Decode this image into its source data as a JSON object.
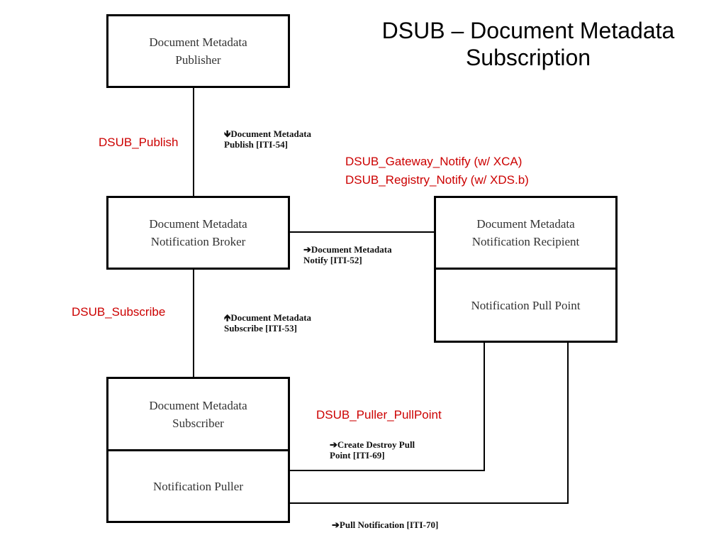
{
  "title": "DSUB – Document Metadata Subscription",
  "boxes": {
    "publisher": "Document Metadata\nPublisher",
    "broker": "Document Metadata\nNotification Broker",
    "recipient": "Document Metadata\nNotification Recipient",
    "pull_point": "Notification Pull Point",
    "subscriber": "Document Metadata\nSubscriber",
    "puller": "Notification Puller"
  },
  "transactions": {
    "publish": "🡻Document Metadata\nPublish [ITI-54]",
    "notify": "➔Document Metadata\nNotify [ITI-52]",
    "subscribe": "🡹Document Metadata\nSubscribe [ITI-53]",
    "create_destroy": "➔Create Destroy Pull\nPoint [ITI-69]",
    "pull_notification": "➔Pull Notification [ITI-70]"
  },
  "options": {
    "publish": "DSUB_Publish",
    "gateway_registry_notify": "DSUB_Gateway_Notify (w/ XCA)\nDSUB_Registry_Notify (w/ XDS.b)",
    "subscribe": "DSUB_Subscribe",
    "puller_pullpoint": "DSUB_Puller_PullPoint"
  },
  "colors": {
    "option_text": "#cc0000",
    "box_border": "#000000"
  }
}
